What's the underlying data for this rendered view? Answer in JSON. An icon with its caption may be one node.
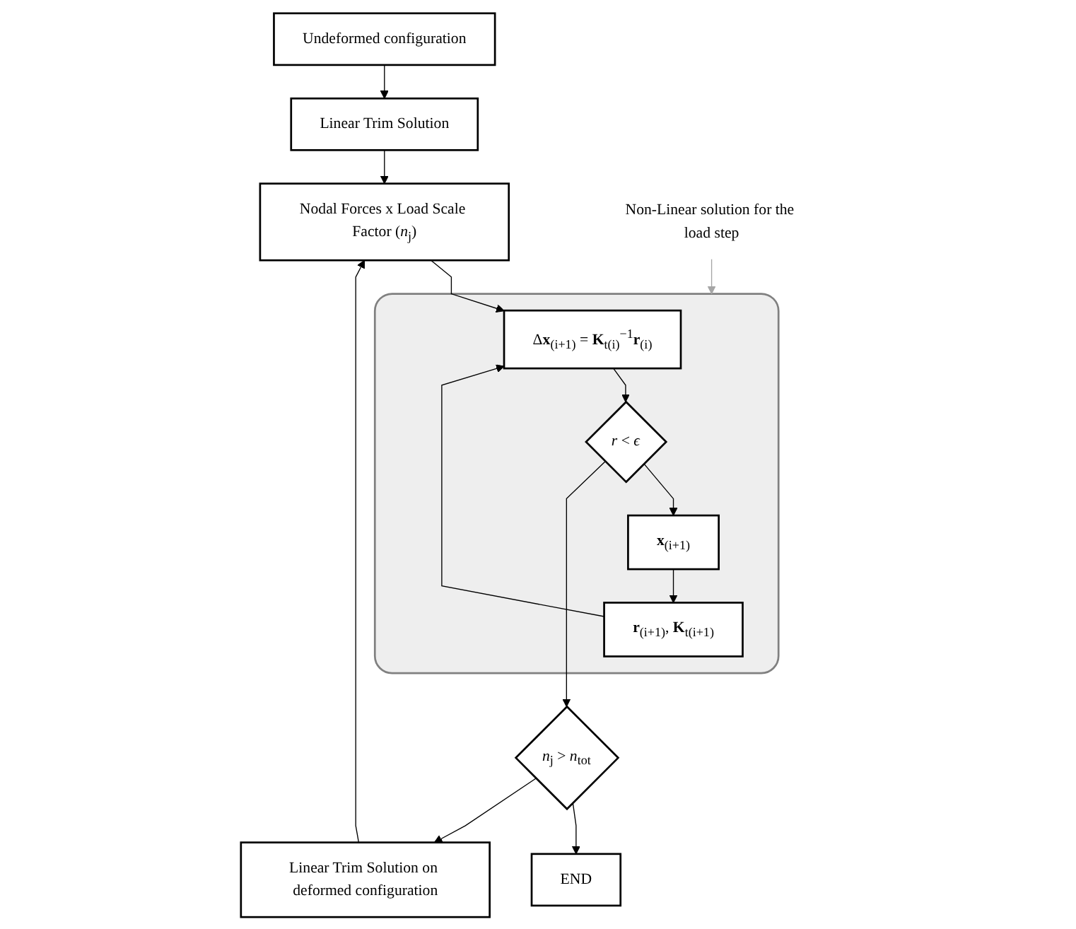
{
  "diagram": {
    "nodes": [
      {
        "text": [
          "Undeformed configuration"
        ]
      },
      {
        "text": [
          "Linear Trim Solution"
        ]
      },
      {
        "text": [
          "Nodal Forces x Load Scale Factor (*n*$_{j}$)"
        ]
      },
      {
        "text": [
          "Non-Linear solution for the load step"
        ]
      },
      {
        "text": [],
        "shape": "box"
      },
      {
        "text": [
          "Δ**x**$_{(i+1)}$ = **K**$_{t(i)}$$^{−1}$**r**$_{(i)}$"
        ],
        "in": 4
      },
      {
        "text": [
          "**r**$_{(i+1)}$, **K**$_{t(i+1)}$"
        ],
        "in": 4
      },
      {
        "text": [
          "*r* < *ϵ*"
        ],
        "in": 4
      },
      {
        "text": [
          "**x**$_{(i+1)}$"
        ],
        "in": 4
      },
      {
        "text": [
          "*n*$_{j}$ > *n*$_{tot}$"
        ]
      },
      {
        "text": [
          "END"
        ]
      },
      {
        "text": [
          "Linear Trim Solution on deformed configuration"
        ]
      }
    ],
    "edges": [
      {
        "from": 0,
        "to": 1,
        "arrow": "to"
      },
      {
        "from": 1,
        "to": 2,
        "arrow": "to"
      },
      {
        "from": 2,
        "to": 5,
        "arrow": "to"
      },
      {
        "from": 3,
        "to": 4,
        "arrow": "to",
        "color": "#a6a6a6"
      },
      {
        "from": 5,
        "to": 7,
        "arrow": "to"
      },
      {
        "from": 7,
        "to": 8,
        "arrow": "to"
      },
      {
        "from": 8,
        "to": 6,
        "arrow": "to"
      },
      {
        "from": 6,
        "to": 5,
        "arrow": "to"
      },
      {
        "from": 7,
        "to": 9,
        "arrow": "to"
      },
      {
        "from": 9,
        "to": 10,
        "arrow": "to"
      },
      {
        "from": 9,
        "to": 11,
        "arrow": "to"
      },
      {
        "from": 11,
        "to": 2,
        "arrow": "to"
      }
    ]
  }
}
